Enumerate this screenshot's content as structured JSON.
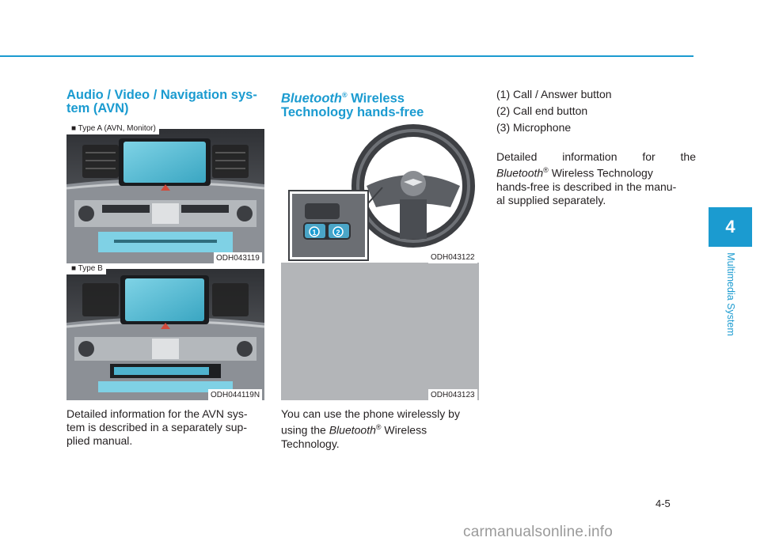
{
  "section": {
    "chapter_number": "4",
    "chapter_title": "Multimedia System"
  },
  "avn": {
    "heading_line1": "Audio / Video / Navigation sys-",
    "heading_line2": "tem (AVN)",
    "type_a_label": "■ Type A (AVN, Monitor)",
    "type_a_code": "ODH043119",
    "type_b_label": "■ Type B",
    "type_b_code": "ODH044119N",
    "body": [
      "Detailed information for the AVN sys-",
      "tem is described in a separately sup-",
      "plied manual."
    ]
  },
  "bluetooth": {
    "heading_brand": "Bluetooth",
    "heading_mark": "®",
    "heading_rest1": " Wireless",
    "heading_line2": "Technology hands-free",
    "fig1_code": "ODH043122",
    "fig2_code": "ODH043123",
    "callout_1": "1",
    "callout_2": "2",
    "body_line1": "You can use the phone wirelessly by",
    "body_line2_pre": "using the ",
    "body_line2_brand": "Bluetooth",
    "body_line2_mark": "®",
    "body_line2_post": " Wireless",
    "body_line3": "Technology."
  },
  "list": {
    "item1": "(1) Call / Answer button",
    "item2": "(2) Call end button",
    "item3": "(3) Microphone",
    "detail_line1": "Detailed information for the",
    "detail_brand": "Bluetooth",
    "detail_mark": "®",
    "detail_line2_post": " Wireless Technology",
    "detail_line3": "hands-free is described in the manu-",
    "detail_line4": "al supplied separately."
  },
  "footer": {
    "page_number": "4-5",
    "watermark": "carmanualsonline.info"
  }
}
